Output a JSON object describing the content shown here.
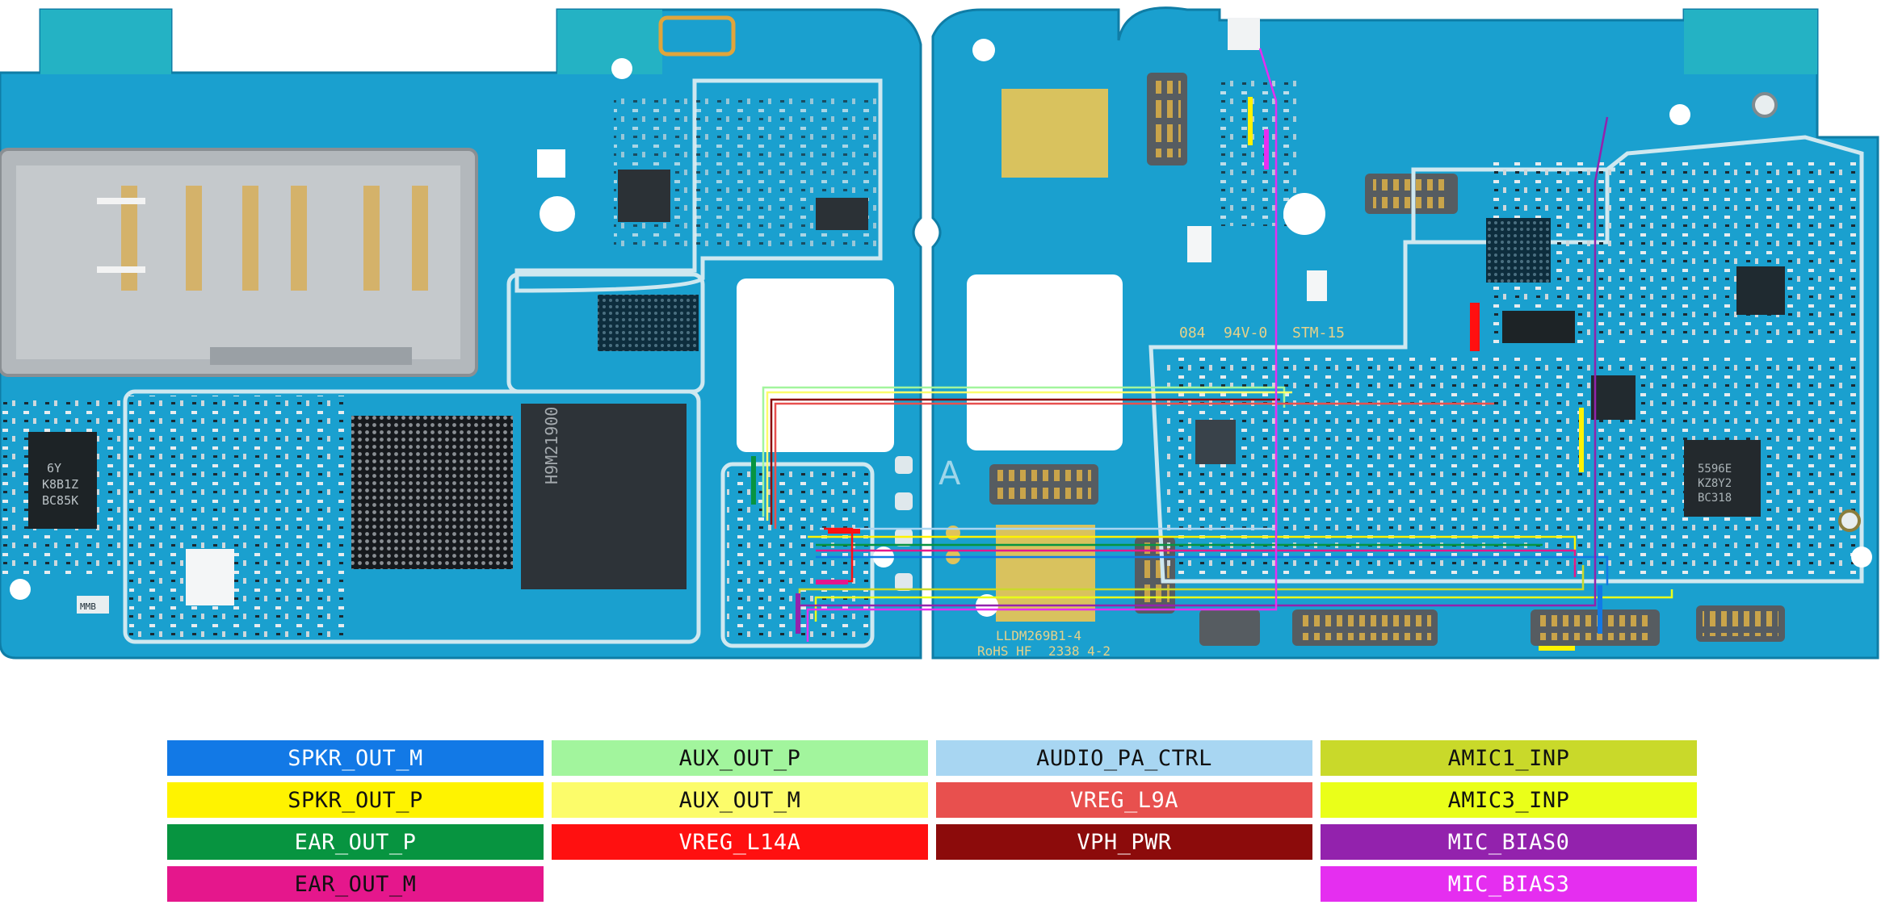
{
  "board": {
    "left_texts": [
      "6Y",
      "K8B1Z",
      "BC85K",
      "MMB"
    ],
    "right_texts": [
      "084",
      "94V-0",
      "STM-15",
      "LLDM269B1-4",
      "RoHS HF",
      "2338 4-2",
      "5596E",
      "KZ8Y2",
      "BC318"
    ],
    "panel_letter": "A"
  },
  "legend": [
    {
      "label": "SPKR_OUT_M",
      "bg": "#1279e6",
      "fg": "#ffffff"
    },
    {
      "label": "AUX_OUT_P",
      "bg": "#a2f59d",
      "fg": "#111111"
    },
    {
      "label": "AUDIO_PA_CTRL",
      "bg": "#a8d6f2",
      "fg": "#111111"
    },
    {
      "label": "AMIC1_INP",
      "bg": "#c9d92a",
      "fg": "#111111"
    },
    {
      "label": "SPKR_OUT_P",
      "bg": "#fff300",
      "fg": "#111111"
    },
    {
      "label": "AUX_OUT_M",
      "bg": "#fcfc6a",
      "fg": "#111111"
    },
    {
      "label": "VREG_L9A",
      "bg": "#e8504e",
      "fg": "#ffffff"
    },
    {
      "label": "AMIC3_INP",
      "bg": "#eaff19",
      "fg": "#111111"
    },
    {
      "label": "EAR_OUT_P",
      "bg": "#079440",
      "fg": "#ffffff"
    },
    {
      "label": "VREG_L14A",
      "bg": "#ff1010",
      "fg": "#ffffff"
    },
    {
      "label": "VPH_PWR",
      "bg": "#8c0b0b",
      "fg": "#ffffff"
    },
    {
      "label": "MIC_BIAS0",
      "bg": "#9322ad",
      "fg": "#ffffff"
    },
    {
      "label": "EAR_OUT_M",
      "bg": "#e5178c",
      "fg": "#111111"
    },
    {
      "label": "",
      "bg": "",
      "fg": ""
    },
    {
      "label": "",
      "bg": "",
      "fg": ""
    },
    {
      "label": "MIC_BIAS3",
      "bg": "#e52ef0",
      "fg": "#ffffff"
    }
  ]
}
